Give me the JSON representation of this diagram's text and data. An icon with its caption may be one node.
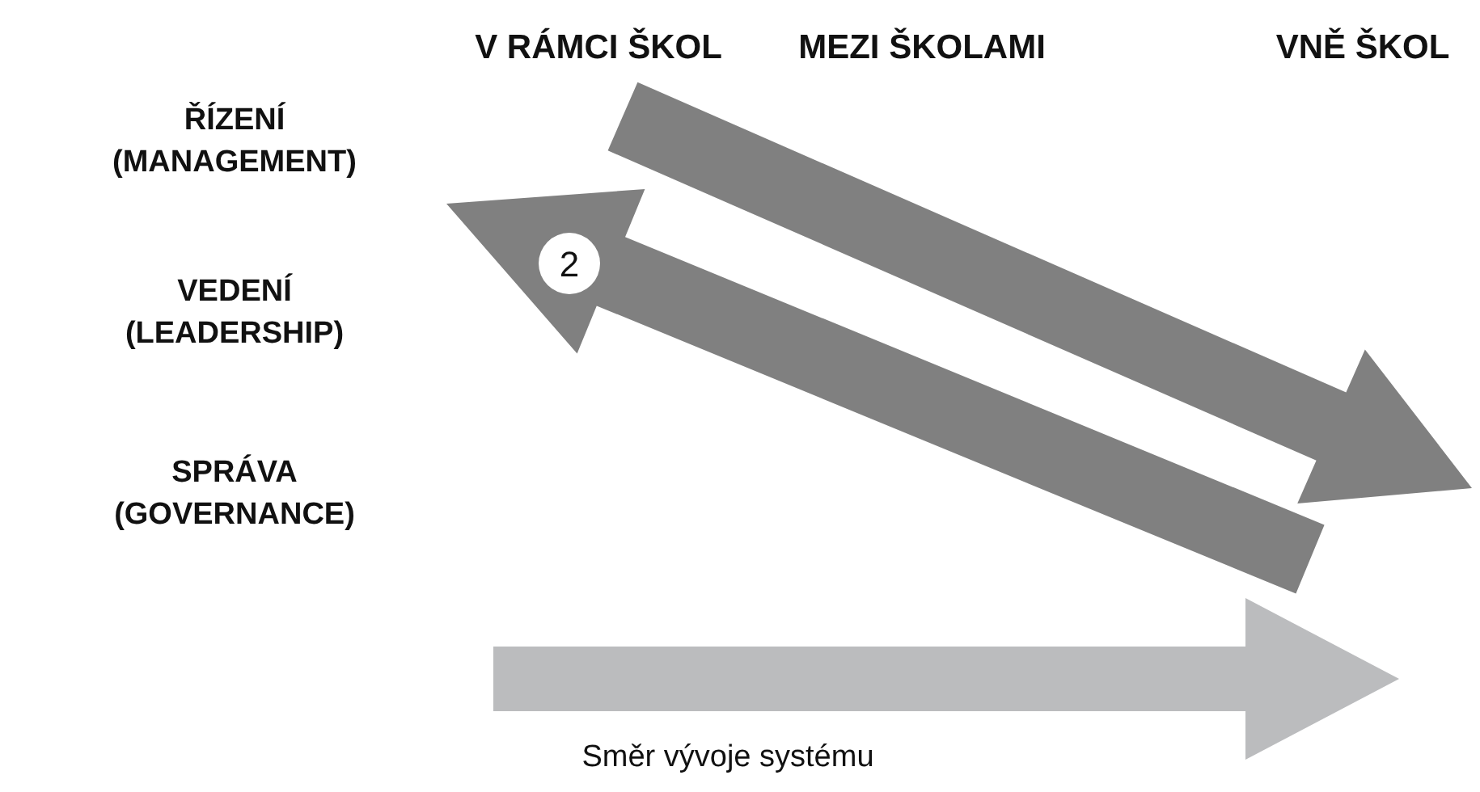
{
  "diagram": {
    "nodes": [
      {
        "text": [
          "2"
        ]
      }
    ],
    "edges": [],
    "labels": [
      "V RÁMCI ŠKOL",
      "MEZI ŠKOLAMI",
      "VNĚ ŠKOL",
      "ŘÍZENÍ (MANAGEMENT)",
      "VEDENÍ (LEADERSHIP)",
      "SPRÁVA (GOVERNANCE)",
      "Směr vývoje systému"
    ]
  }
}
